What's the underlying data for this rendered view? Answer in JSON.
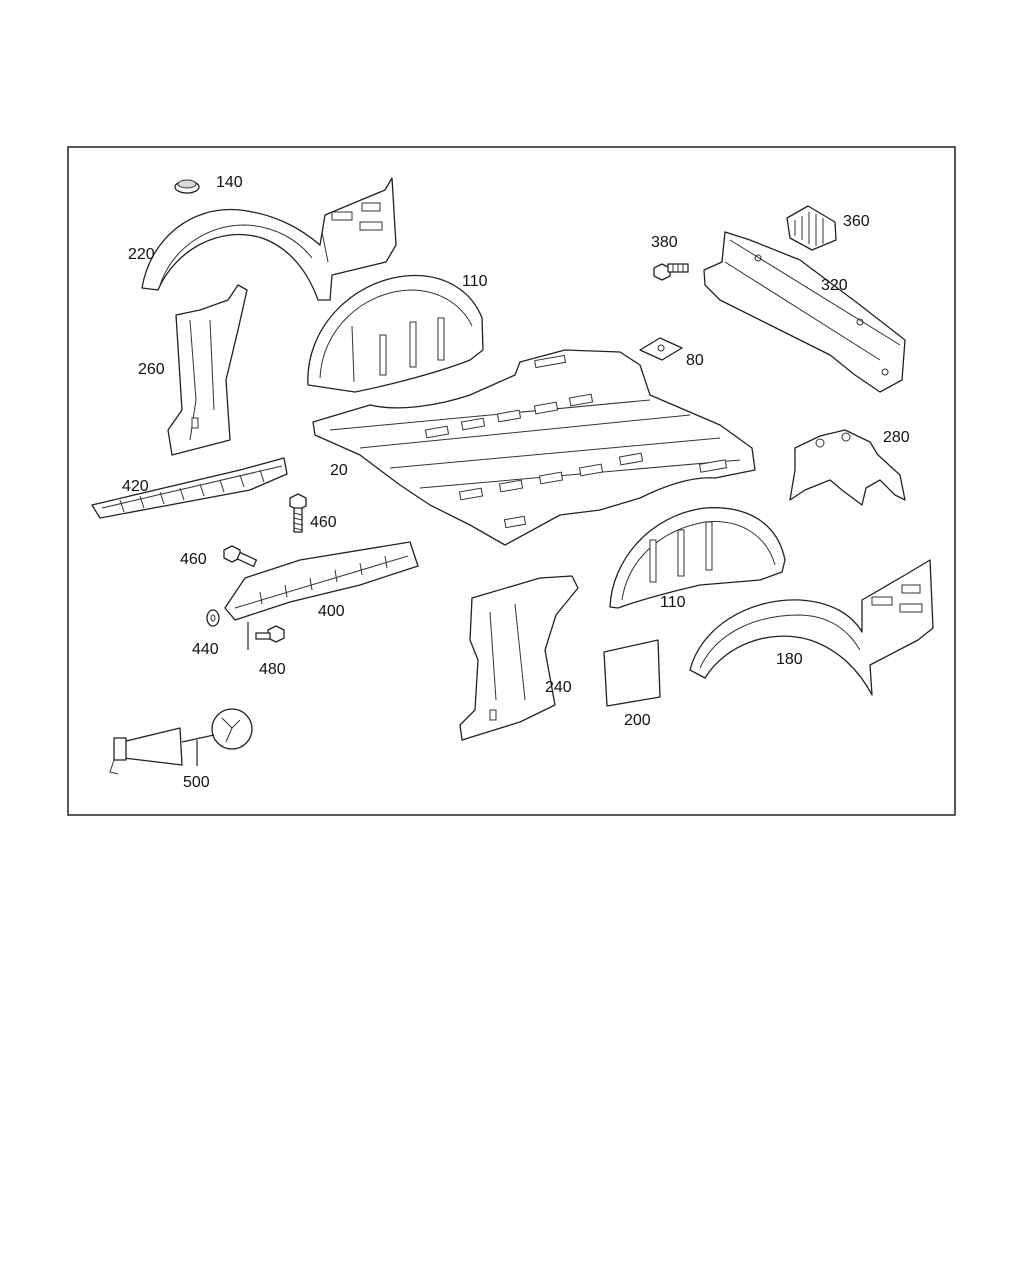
{
  "diagram": {
    "callouts": [
      {
        "id": "p140",
        "label": "140"
      },
      {
        "id": "p220",
        "label": "220"
      },
      {
        "id": "p110a",
        "label": "110"
      },
      {
        "id": "p260",
        "label": "260"
      },
      {
        "id": "p420",
        "label": "420"
      },
      {
        "id": "p20",
        "label": "20"
      },
      {
        "id": "p460a",
        "label": "460"
      },
      {
        "id": "p460b",
        "label": "460"
      },
      {
        "id": "p400",
        "label": "400"
      },
      {
        "id": "p440",
        "label": "440"
      },
      {
        "id": "p480",
        "label": "480"
      },
      {
        "id": "p500",
        "label": "500"
      },
      {
        "id": "p380",
        "label": "380"
      },
      {
        "id": "p360",
        "label": "360"
      },
      {
        "id": "p320",
        "label": "320"
      },
      {
        "id": "p80",
        "label": "80"
      },
      {
        "id": "p280",
        "label": "280"
      },
      {
        "id": "p110b",
        "label": "110"
      },
      {
        "id": "p240",
        "label": "240"
      },
      {
        "id": "p200",
        "label": "200"
      },
      {
        "id": "p180",
        "label": "180"
      }
    ]
  }
}
